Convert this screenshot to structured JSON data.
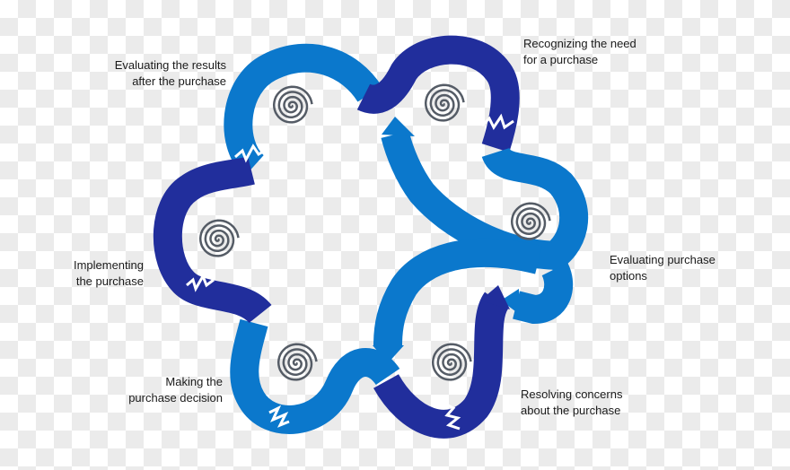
{
  "colors": {
    "light_blue": "#0b78cc",
    "dark_blue": "#212e9c",
    "spiral": "#555c66"
  },
  "labels": {
    "recognizing": "Recognizing the need\nfor a purchase",
    "evaluating_options": "Evaluating purchase\noptions",
    "resolving": "Resolving concerns\nabout the purchase",
    "making": "Making the\npurchase decision",
    "implementing": "Implementing\nthe purchase",
    "evaluating_results": "Evaluating the results\nafter the purchase"
  },
  "icons": [
    "spiral-icon",
    "spiral-icon",
    "spiral-icon",
    "spiral-icon",
    "spiral-icon",
    "spiral-icon"
  ]
}
